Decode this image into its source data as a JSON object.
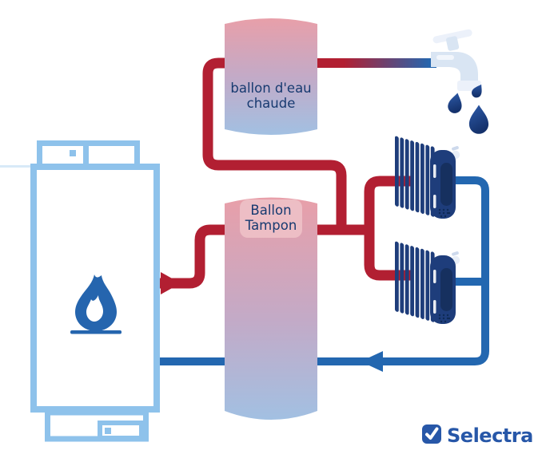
{
  "diagram": {
    "labels": {
      "hot_water_tank": "ballon d'eau chaude",
      "buffer_tank": "Ballon Tampon"
    },
    "brand": {
      "name": "Selectra"
    },
    "colors": {
      "hot_pipe": "#b21f32",
      "cold_pipe": "#2367b0",
      "boiler_outline": "#8ec2eb",
      "boiler_outline_faint": "#d8eaf8",
      "flame_blue": "#2565ae",
      "radiator_navy": "#1e3d7b",
      "radiator_dark": "#16305f",
      "tank_pink": "#e89fa9",
      "tank_mid": "#c3aac7",
      "tank_blue": "#a2c0e2",
      "label_bg": "rgba(238,192,199,0.92)",
      "text_navy": "#173a70",
      "faucet_light": "#d9e5f3",
      "faucet_lighter": "#ecf1fa",
      "drop_light": "#2f5cab",
      "drop_dark": "#14316b",
      "brand_blue": "#2757a8"
    }
  }
}
